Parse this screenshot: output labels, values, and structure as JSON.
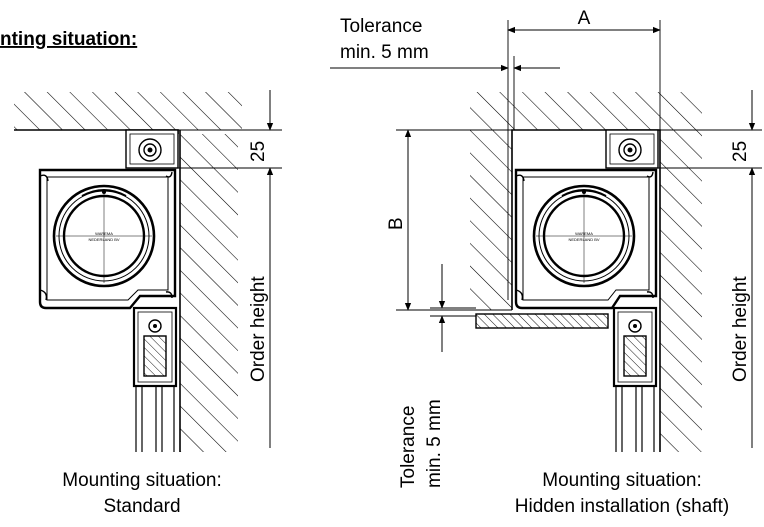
{
  "header": {
    "title": "nting situation:"
  },
  "left_view": {
    "dimension_top": "25",
    "dimension_side": "Order height",
    "brand_line1": "WAREMA",
    "brand_line2": "NEDERLAND BV",
    "caption_line1": "Mounting situation:",
    "caption_line2": "Standard"
  },
  "right_view": {
    "tolerance_top_line1": "Tolerance",
    "tolerance_top_line2": "min. 5 mm",
    "dimension_a": "A",
    "dimension_b": "B",
    "dimension_top": "25",
    "dimension_side": "Order height",
    "tolerance_bottom_line1": "Tolerance",
    "tolerance_bottom_line2": "min. 5 mm",
    "brand_line1": "WAREMA",
    "brand_line2": "NEDERLAND BV",
    "caption_line1": "Mounting situation:",
    "caption_line2": "Hidden installation (shaft)"
  }
}
